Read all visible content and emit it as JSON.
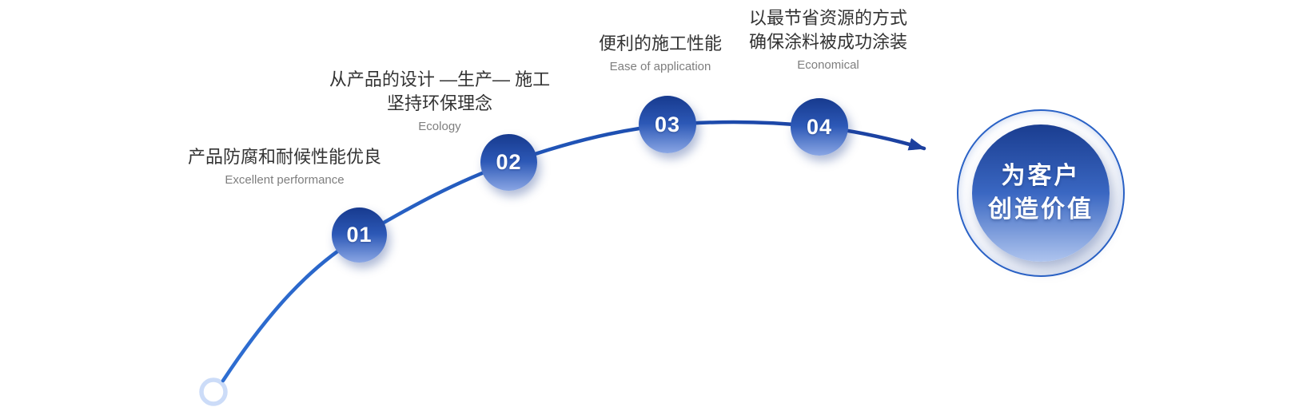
{
  "diagram": {
    "steps": [
      {
        "number": "01",
        "title_line1": "产品防腐和耐候性能优良",
        "title_line2": "",
        "subtitle": "Excellent performance"
      },
      {
        "number": "02",
        "title_line1": "从产品的设计 —生产— 施工",
        "title_line2": "坚持环保理念",
        "subtitle": "Ecology"
      },
      {
        "number": "03",
        "title_line1": "便利的施工性能",
        "title_line2": "",
        "subtitle": "Ease of application"
      },
      {
        "number": "04",
        "title_line1": "以最节省资源的方式",
        "title_line2": "确保涂料被成功涂装",
        "subtitle": "Economical"
      }
    ],
    "goal": {
      "line1": "为客户",
      "line2": "创造价值"
    },
    "colors": {
      "curve_start": "#2f6fd3",
      "curve_end": "#1c3f9e",
      "circle_gradient_top": "#173a8e",
      "circle_gradient_bottom": "#8aa6e4",
      "start_ring": "#ccdcf8",
      "goal_ring_border": "#2a62c6",
      "title_text": "#333333",
      "subtitle_text": "#7e7e7e"
    }
  }
}
